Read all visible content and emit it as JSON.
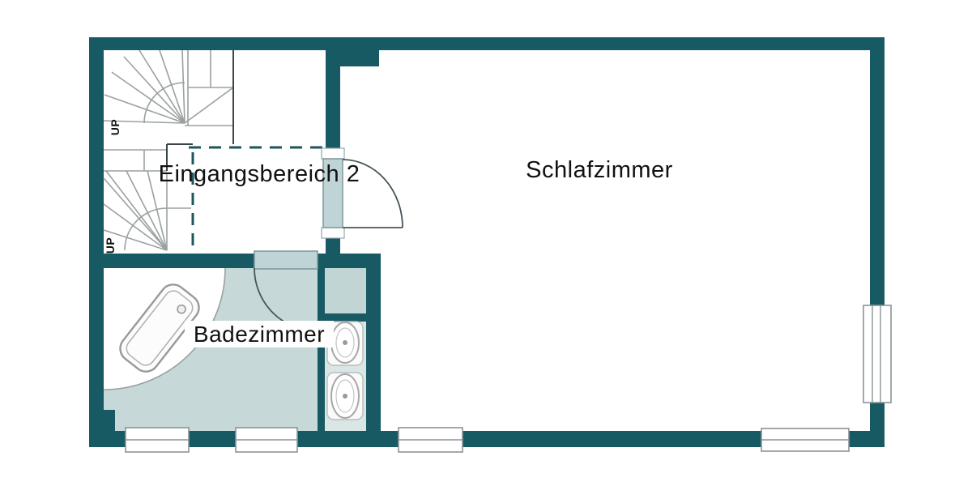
{
  "plan": {
    "kind": "floor-plan",
    "background": "#ffffff"
  },
  "rooms": [
    {
      "name": "entrance-hall",
      "label": "Eingangsbereich 2"
    },
    {
      "name": "bedroom",
      "label": "Schlafzimmer"
    },
    {
      "name": "bathroom",
      "label": "Badezimmer"
    }
  ],
  "stairs": {
    "upper_label": "UP",
    "lower_label": "UP"
  },
  "fixtures": [
    "winder-staircase-upper",
    "winder-staircase-lower",
    "bathtub",
    "shower-alcove",
    "sink",
    "sink"
  ],
  "openings": {
    "doors": 2,
    "bottom_windows": 4,
    "right_windows": 1
  },
  "colors": {
    "wall": "#185a63",
    "bathroom_floor": "#c6d8d8",
    "alcove_floor": "#c2d5d5",
    "counter": "#dae6e6",
    "door_panel": "#bfd4d6",
    "stair_lines": "#9aa0a0",
    "label_text": "#111111"
  }
}
